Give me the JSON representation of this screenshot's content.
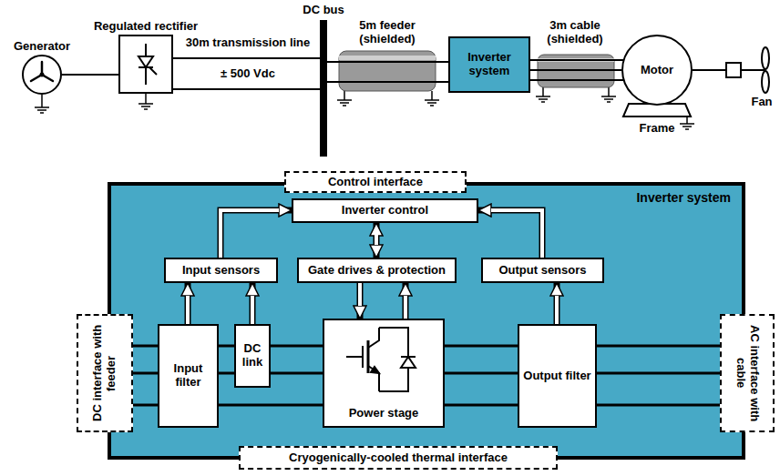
{
  "diagram": {
    "nodes": [
      {
        "text": [
          "Generator"
        ]
      },
      {
        "text": [
          "Regulated rectifier"
        ]
      },
      {
        "text": [
          "DC bus"
        ]
      },
      {
        "text": [
          "Inverter system"
        ]
      },
      {
        "text": [
          "Motor"
        ]
      },
      {
        "text": [
          "Inverter system"
        ]
      },
      {
        "text": [
          "Control interface"
        ],
        "in": 5
      },
      {
        "text": [
          "Inverter control"
        ],
        "in": 5
      },
      {
        "text": [
          "Input sensors"
        ],
        "in": 5
      },
      {
        "text": [
          "Gate drives & protection"
        ],
        "in": 5
      },
      {
        "text": [
          "Output sensors"
        ],
        "in": 5
      },
      {
        "text": [
          "DC interface with feeder"
        ],
        "in": 5
      },
      {
        "text": [
          "Input filter"
        ],
        "in": 5
      },
      {
        "text": [
          "DC link"
        ],
        "in": 5
      },
      {
        "text": [
          "Power stage"
        ],
        "in": 5
      },
      {
        "text": [
          "Output filter"
        ],
        "in": 5
      },
      {
        "text": [
          "AC interface with cable"
        ],
        "in": 5
      },
      {
        "text": [
          "Cryogenically-cooled thermal interface"
        ],
        "in": 5
      }
    ],
    "edges": [
      {
        "from": 0,
        "to": 1,
        "arrow": "none"
      },
      {
        "from": 1,
        "to": 2,
        "arrow": "none",
        "label": "30m transmission line"
      },
      {
        "from": 2,
        "to": 3,
        "arrow": "none",
        "label": "5m feeder (shielded)"
      },
      {
        "from": 3,
        "to": 4,
        "arrow": "none",
        "label": "3m cable (shielded)"
      },
      {
        "from": 8,
        "to": 7,
        "arrow": "to"
      },
      {
        "from": 10,
        "to": 7,
        "arrow": "to"
      },
      {
        "from": 7,
        "to": 9,
        "arrow": "both"
      },
      {
        "from": 12,
        "to": 8,
        "arrow": "to"
      },
      {
        "from": 13,
        "to": 8,
        "arrow": "to"
      },
      {
        "from": 9,
        "to": 14,
        "arrow": "to"
      },
      {
        "from": 14,
        "to": 9,
        "arrow": "to"
      },
      {
        "from": 15,
        "to": 10,
        "arrow": "to"
      },
      {
        "from": 11,
        "to": 12,
        "arrow": "none"
      },
      {
        "from": 12,
        "to": 13,
        "arrow": "none"
      },
      {
        "from": 13,
        "to": 14,
        "arrow": "none"
      },
      {
        "from": 14,
        "to": 15,
        "arrow": "none"
      },
      {
        "from": 15,
        "to": 16,
        "arrow": "none"
      }
    ],
    "labels": [
      "± 500 Vdc",
      "Frame",
      "Fan"
    ]
  }
}
